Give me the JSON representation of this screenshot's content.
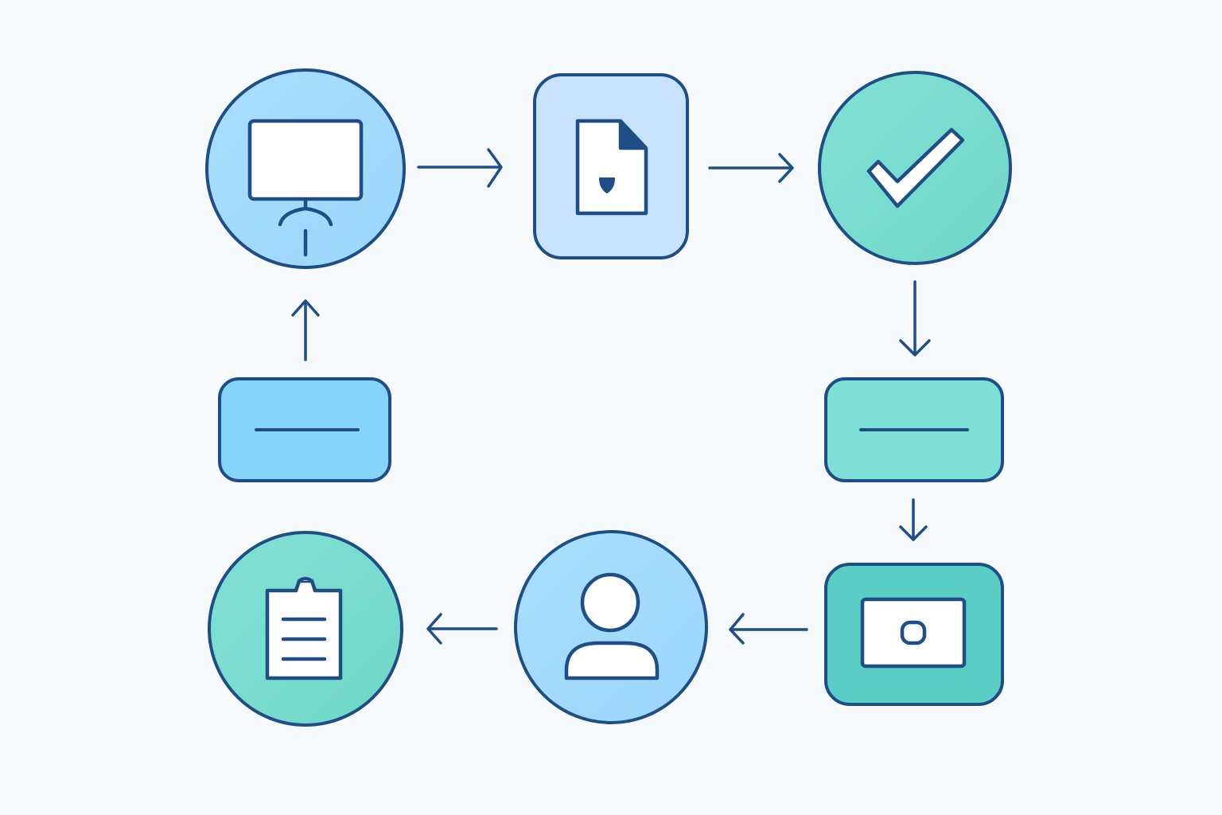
{
  "diagram": {
    "kind": "cyclic-process-flow",
    "nodes": [
      {
        "id": "monitor",
        "shape": "circle",
        "icon": "presentation-monitor-icon",
        "fill": "#a3dcfb"
      },
      {
        "id": "document",
        "shape": "rounded-square",
        "icon": "document-shield-icon",
        "fill": "#c9e2fb"
      },
      {
        "id": "approval",
        "shape": "circle",
        "icon": "checkmark-icon",
        "fill": "#77dccf"
      },
      {
        "id": "right-bar",
        "shape": "rounded-rect",
        "icon": "minus-line-icon",
        "fill": "#7ddfd6"
      },
      {
        "id": "camera",
        "shape": "rounded-square",
        "icon": "camera-screen-icon",
        "fill": "#5acdc4"
      },
      {
        "id": "user",
        "shape": "circle",
        "icon": "user-icon",
        "fill": "#a3dcfb"
      },
      {
        "id": "clipboard",
        "shape": "circle",
        "icon": "clipboard-list-icon",
        "fill": "#77dccf"
      },
      {
        "id": "left-bar",
        "shape": "rounded-rect",
        "icon": "minus-line-icon",
        "fill": "#86d4fb"
      }
    ],
    "edges": [
      {
        "from": "monitor",
        "to": "document"
      },
      {
        "from": "document",
        "to": "approval"
      },
      {
        "from": "approval",
        "to": "right-bar"
      },
      {
        "from": "right-bar",
        "to": "camera"
      },
      {
        "from": "camera",
        "to": "user"
      },
      {
        "from": "user",
        "to": "clipboard"
      },
      {
        "from": "left-bar",
        "to": "monitor"
      }
    ],
    "colors": {
      "background": "#f7fafd",
      "stroke": "#1f4e86",
      "icon_fill": "#ffffff"
    }
  }
}
